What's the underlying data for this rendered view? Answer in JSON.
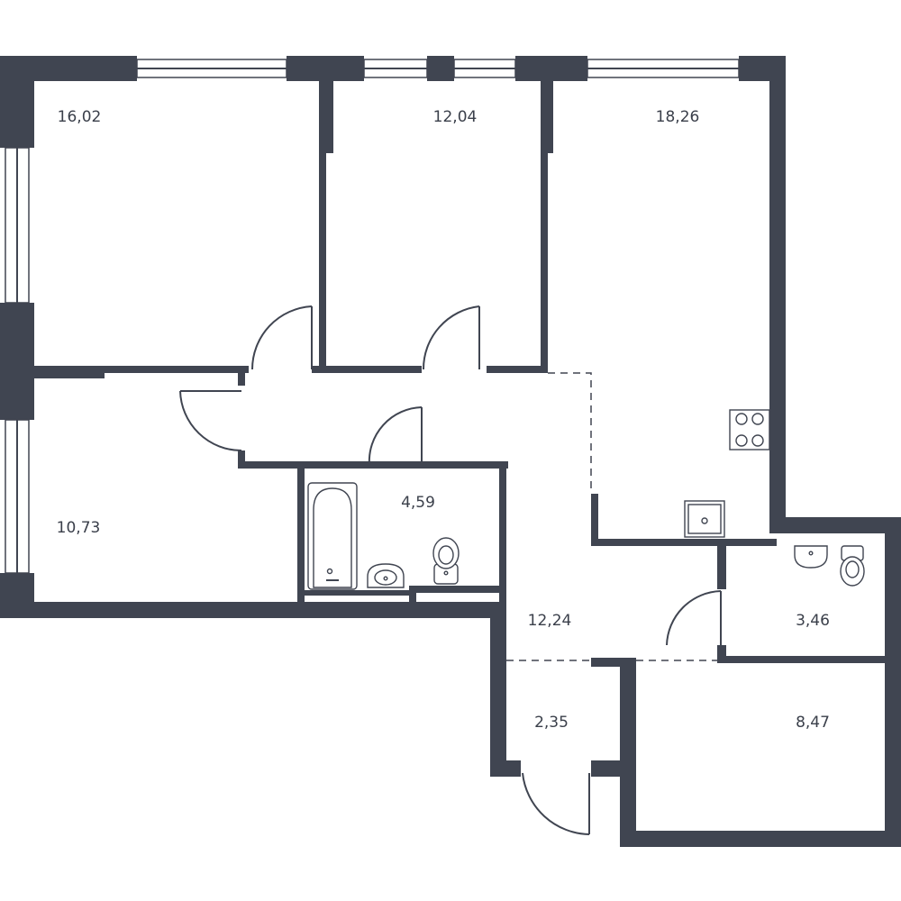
{
  "colors": {
    "wall": "#404551",
    "background": "#ffffff"
  },
  "rooms": [
    {
      "id": "bedroom-nw",
      "area": "16,02"
    },
    {
      "id": "bedroom-n",
      "area": "12,04"
    },
    {
      "id": "kitchen-living",
      "area": "18,26"
    },
    {
      "id": "bedroom-w",
      "area": "10,73"
    },
    {
      "id": "bathroom",
      "area": "4,59"
    },
    {
      "id": "hallway",
      "area": "12,24"
    },
    {
      "id": "toilet",
      "area": "3,46"
    },
    {
      "id": "storage",
      "area": "2,35"
    },
    {
      "id": "bedroom-se",
      "area": "8,47"
    }
  ],
  "fixtures": [
    "bathtub-icon",
    "sink-icon",
    "toilet-icon",
    "stove-icon",
    "kitchen-sink-icon"
  ]
}
